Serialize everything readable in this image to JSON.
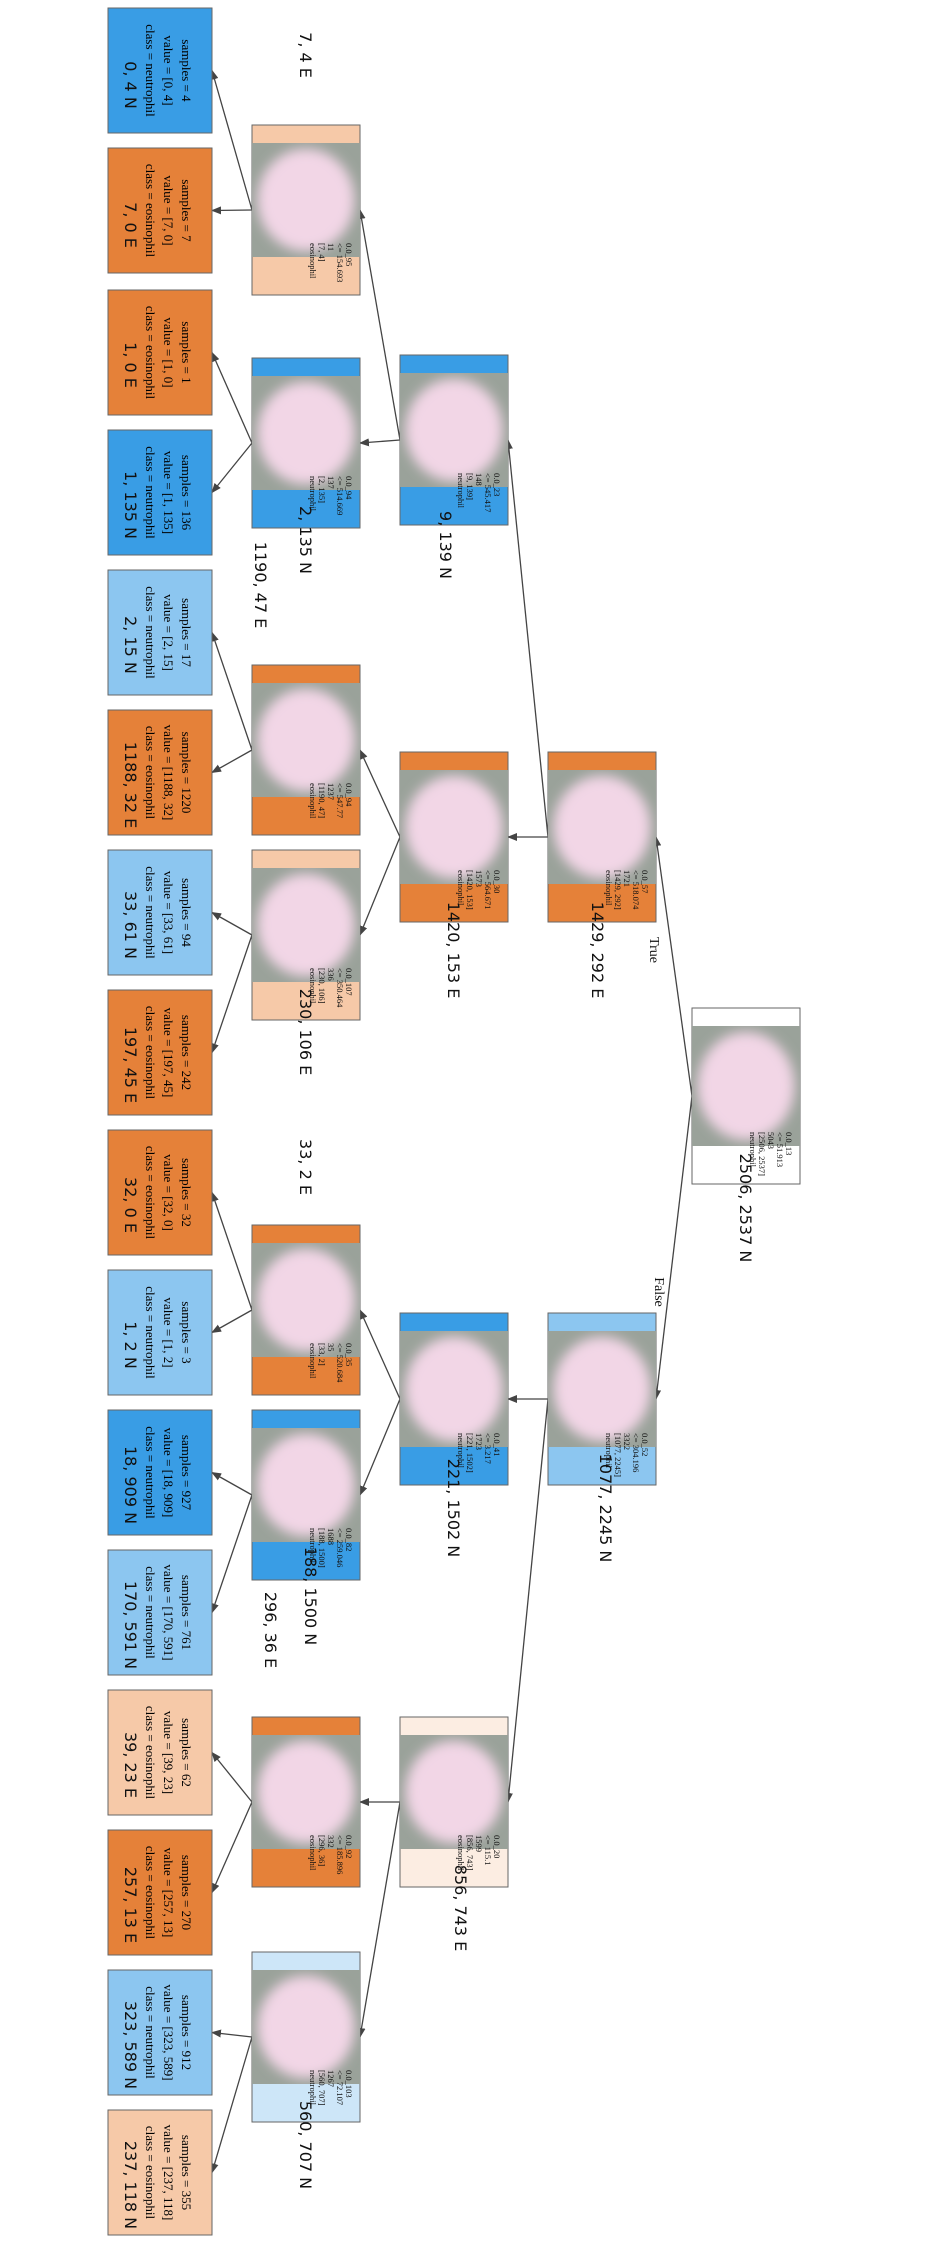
{
  "colors": {
    "eosinophil_strong": "#e58139",
    "eosinophil_light": "#f6c9a8",
    "eosinophil_faint": "#fcede2",
    "neutrophil_strong": "#399de5",
    "neutrophil_medium": "#8cc6f0",
    "neutrophil_light": "#cde6f8",
    "neutral": "#ffffff",
    "edge": "#444444"
  },
  "edge_labels": {
    "true_label": "True",
    "false_label": "False"
  },
  "nodes": [
    {
      "id": "root",
      "kind": "image",
      "color": "neutral",
      "text": [
        "0.0_13",
        "<= 51.913",
        "5043",
        "[2506, 2537]",
        "neutrophil"
      ],
      "count_label": "2506, 2537 N"
    },
    {
      "id": "l",
      "kind": "image",
      "color": "eosinophil_strong",
      "text": [
        "0.0_57",
        "<= 518.074",
        "1721",
        "[1429, 292]",
        "eosinophil"
      ],
      "count_label": "1429, 292 E"
    },
    {
      "id": "r",
      "kind": "image",
      "color": "neutrophil_medium",
      "text": [
        "0.0_52",
        "<= 304.196",
        "3322",
        "[1077, 2245]",
        "neutrophil"
      ],
      "count_label": "1077, 2245 N"
    },
    {
      "id": "ll",
      "kind": "image",
      "color": "neutrophil_strong",
      "text": [
        "0.0_23",
        "<= 545.417",
        "148",
        "[9, 139]",
        "neutrophil"
      ],
      "count_label": "9, 139 N"
    },
    {
      "id": "lr",
      "kind": "image",
      "color": "eosinophil_strong",
      "text": [
        "0.0_30",
        "<= 564.671",
        "1573",
        "[1420, 153]",
        "eosinophil"
      ],
      "count_label": "1420, 153 E"
    },
    {
      "id": "rl",
      "kind": "image",
      "color": "neutrophil_strong",
      "text": [
        "0.0_41",
        "<= 3.217",
        "1723",
        "[221, 1502]",
        "neutrophil"
      ],
      "count_label": "221, 1502 N"
    },
    {
      "id": "rr",
      "kind": "image",
      "color": "eosinophil_faint",
      "text": [
        "0.0_20",
        "<= 115.1",
        "1599",
        "[856, 743]",
        "eosinophil"
      ],
      "count_label": "856, 743 E"
    },
    {
      "id": "lll",
      "kind": "image",
      "color": "eosinophil_light",
      "text": [
        "0.0_95",
        "<= 154.693",
        "11",
        "[7, 4]",
        "eosinophil"
      ],
      "count_label": "7, 4 E"
    },
    {
      "id": "llr",
      "kind": "image",
      "color": "neutrophil_strong",
      "text": [
        "0.0_94",
        "<= 514.669",
        "137",
        "[2, 135]",
        "neutrophil"
      ],
      "count_label": "2, 135 N"
    },
    {
      "id": "lrl",
      "kind": "image",
      "color": "eosinophil_strong",
      "text": [
        "0.0_94",
        "<= 547.77",
        "1237",
        "[1190, 47]",
        "eosinophil"
      ],
      "count_label": "1190, 47 E"
    },
    {
      "id": "lrr",
      "kind": "image",
      "color": "eosinophil_light",
      "text": [
        "0.0_107",
        "<= 350.464",
        "336",
        "[230, 106]",
        "eosinophil"
      ],
      "count_label": "230, 106 E"
    },
    {
      "id": "rll",
      "kind": "image",
      "color": "eosinophil_strong",
      "text": [
        "0.0_35",
        "<= 520.684",
        "35",
        "[33, 2]",
        "eosinophil"
      ],
      "count_label": "33, 2 E"
    },
    {
      "id": "rlr",
      "kind": "image",
      "color": "neutrophil_strong",
      "text": [
        "0.0_82",
        "<= 259.046",
        "1688",
        "[188, 1500]",
        "neutrophil"
      ],
      "count_label": "188, 1500 N"
    },
    {
      "id": "rrl",
      "kind": "image",
      "color": "eosinophil_strong",
      "text": [
        "0.0_92",
        "<= 185.896",
        "332",
        "[296, 36]",
        "eosinophil"
      ],
      "count_label": "296, 36 E"
    },
    {
      "id": "rrr",
      "kind": "image",
      "color": "neutrophil_light",
      "text": [
        "0.0_103",
        "<= 72.107",
        "1267",
        "[560, 707]",
        "neutrophil"
      ],
      "count_label": "560, 707 N"
    },
    {
      "id": "L1",
      "kind": "leaf",
      "color": "neutrophil_strong",
      "text": [
        "samples = 4",
        "value = [0, 4]",
        "class = neutrophil"
      ],
      "count_label": "0, 4 N"
    },
    {
      "id": "L2",
      "kind": "leaf",
      "color": "eosinophil_strong",
      "text": [
        "samples = 7",
        "value = [7, 0]",
        "class = eosinophil"
      ],
      "count_label": "7, 0 E"
    },
    {
      "id": "L3",
      "kind": "leaf",
      "color": "eosinophil_strong",
      "text": [
        "samples = 1",
        "value = [1, 0]",
        "class = eosinophil"
      ],
      "count_label": "1, 0 E"
    },
    {
      "id": "L4",
      "kind": "leaf",
      "color": "neutrophil_strong",
      "text": [
        "samples = 136",
        "value = [1, 135]",
        "class = neutrophil"
      ],
      "count_label": "1, 135 N"
    },
    {
      "id": "L5",
      "kind": "leaf",
      "color": "neutrophil_medium",
      "text": [
        "samples = 17",
        "value = [2, 15]",
        "class = neutrophil"
      ],
      "count_label": "2, 15 N"
    },
    {
      "id": "L6",
      "kind": "leaf",
      "color": "eosinophil_strong",
      "text": [
        "samples = 1220",
        "value = [1188, 32]",
        "class = eosinophil"
      ],
      "count_label": "1188, 32 E"
    },
    {
      "id": "L7",
      "kind": "leaf",
      "color": "neutrophil_medium",
      "text": [
        "samples = 94",
        "value = [33, 61]",
        "class = neutrophil"
      ],
      "count_label": "33, 61 N"
    },
    {
      "id": "L8",
      "kind": "leaf",
      "color": "eosinophil_strong",
      "text": [
        "samples = 242",
        "value = [197, 45]",
        "class = eosinophil"
      ],
      "count_label": "197, 45 E"
    },
    {
      "id": "L9",
      "kind": "leaf",
      "color": "eosinophil_strong",
      "text": [
        "samples = 32",
        "value = [32, 0]",
        "class = eosinophil"
      ],
      "count_label": "32, 0 E"
    },
    {
      "id": "L10",
      "kind": "leaf",
      "color": "neutrophil_medium",
      "text": [
        "samples = 3",
        "value = [1, 2]",
        "class = neutrophil"
      ],
      "count_label": "1, 2 N"
    },
    {
      "id": "L11",
      "kind": "leaf",
      "color": "neutrophil_strong",
      "text": [
        "samples = 927",
        "value = [18, 909]",
        "class = neutrophil"
      ],
      "count_label": "18, 909 N"
    },
    {
      "id": "L12",
      "kind": "leaf",
      "color": "neutrophil_medium",
      "text": [
        "samples = 761",
        "value = [170, 591]",
        "class = neutrophil"
      ],
      "count_label": "170, 591 N"
    },
    {
      "id": "L13",
      "kind": "leaf",
      "color": "eosinophil_light",
      "text": [
        "samples = 62",
        "value = [39, 23]",
        "class = eosinophil"
      ],
      "count_label": "39, 23 E"
    },
    {
      "id": "L14",
      "kind": "leaf",
      "color": "eosinophil_strong",
      "text": [
        "samples = 270",
        "value = [257, 13]",
        "class = eosinophil"
      ],
      "count_label": "257, 13 E"
    },
    {
      "id": "L15",
      "kind": "leaf",
      "color": "neutrophil_medium",
      "text": [
        "samples = 912",
        "value = [323, 589]",
        "class = neutrophil"
      ],
      "count_label": "323, 589 N"
    },
    {
      "id": "L16",
      "kind": "leaf",
      "color": "eosinophil_light",
      "text": [
        "samples = 355",
        "value = [237, 118]",
        "class = eosinophil"
      ],
      "count_label": "237, 118 N"
    }
  ]
}
